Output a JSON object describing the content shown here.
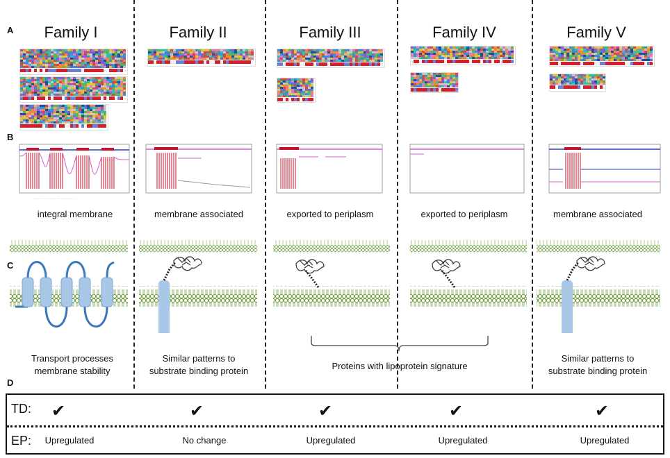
{
  "panels": {
    "a": "A",
    "b": "B",
    "c": "C",
    "d": "D"
  },
  "families": [
    {
      "title": "Family I",
      "localization": "integral membrane",
      "function_lines": [
        "Transport processes",
        "membrane stability"
      ],
      "td": "✔",
      "ep": "Upregulated"
    },
    {
      "title": "Family II",
      "localization": "membrane associated",
      "function_lines": [
        "Similar patterns to",
        "substrate binding protein"
      ],
      "td": "✔",
      "ep": "No change"
    },
    {
      "title": "Family III",
      "localization": "exported to periplasm",
      "function_lines": [],
      "td": "✔",
      "ep": "Upregulated"
    },
    {
      "title": "Family IV",
      "localization": "exported to periplasm",
      "function_lines": [],
      "td": "✔",
      "ep": "Upregulated"
    },
    {
      "title": "Family V",
      "localization": "membrane associated",
      "function_lines": [
        "Similar patterns to",
        "substrate binding protein"
      ],
      "td": "✔",
      "ep": "Upregulated"
    }
  ],
  "shared_function": "Proteins with lipoprotein signature",
  "table": {
    "row1_label": "TD:",
    "row2_label": "EP:"
  },
  "colors": {
    "membrane_green": "#8fbf5a",
    "helix_blue": "#a9c8e8",
    "loop_blue": "#3a78b8",
    "tm_red": "#c8102e",
    "dashed_line": "#222222"
  }
}
